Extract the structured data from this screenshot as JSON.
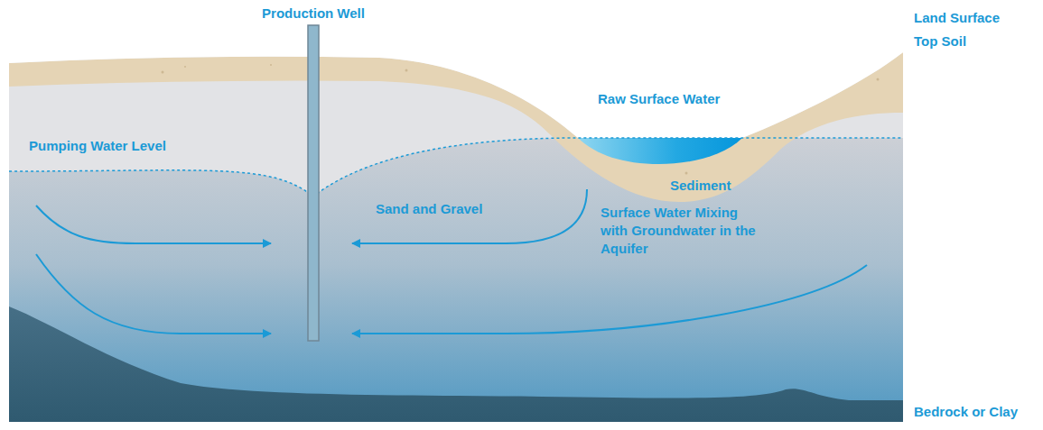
{
  "diagram": {
    "labels": [
      "Production Well",
      "Land Surface",
      "Top Soil",
      "Raw Surface Water",
      "Pumping Water Level",
      "Sediment",
      "Sand and Gravel",
      "Surface Water Mixing with Groundwater in the Aquifer",
      "Bedrock or Clay"
    ]
  }
}
